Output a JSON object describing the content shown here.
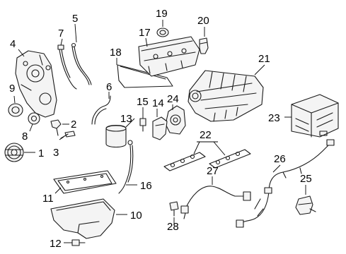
{
  "callouts": {
    "c1": "1",
    "c2": "2",
    "c3": "3",
    "c4": "4",
    "c5": "5",
    "c6": "6",
    "c7": "7",
    "c8": "8",
    "c9": "9",
    "c10": "10",
    "c11": "11",
    "c12": "12",
    "c13": "13",
    "c14": "14",
    "c15": "15",
    "c16": "16",
    "c17": "17",
    "c18": "18",
    "c19": "19",
    "c20": "20",
    "c21": "21",
    "c22": "22",
    "c23": "23",
    "c24": "24",
    "c25": "25",
    "c26": "26",
    "c27": "27",
    "c28": "28"
  },
  "colors": {
    "line": "#1a1a1a",
    "background": "#ffffff"
  }
}
